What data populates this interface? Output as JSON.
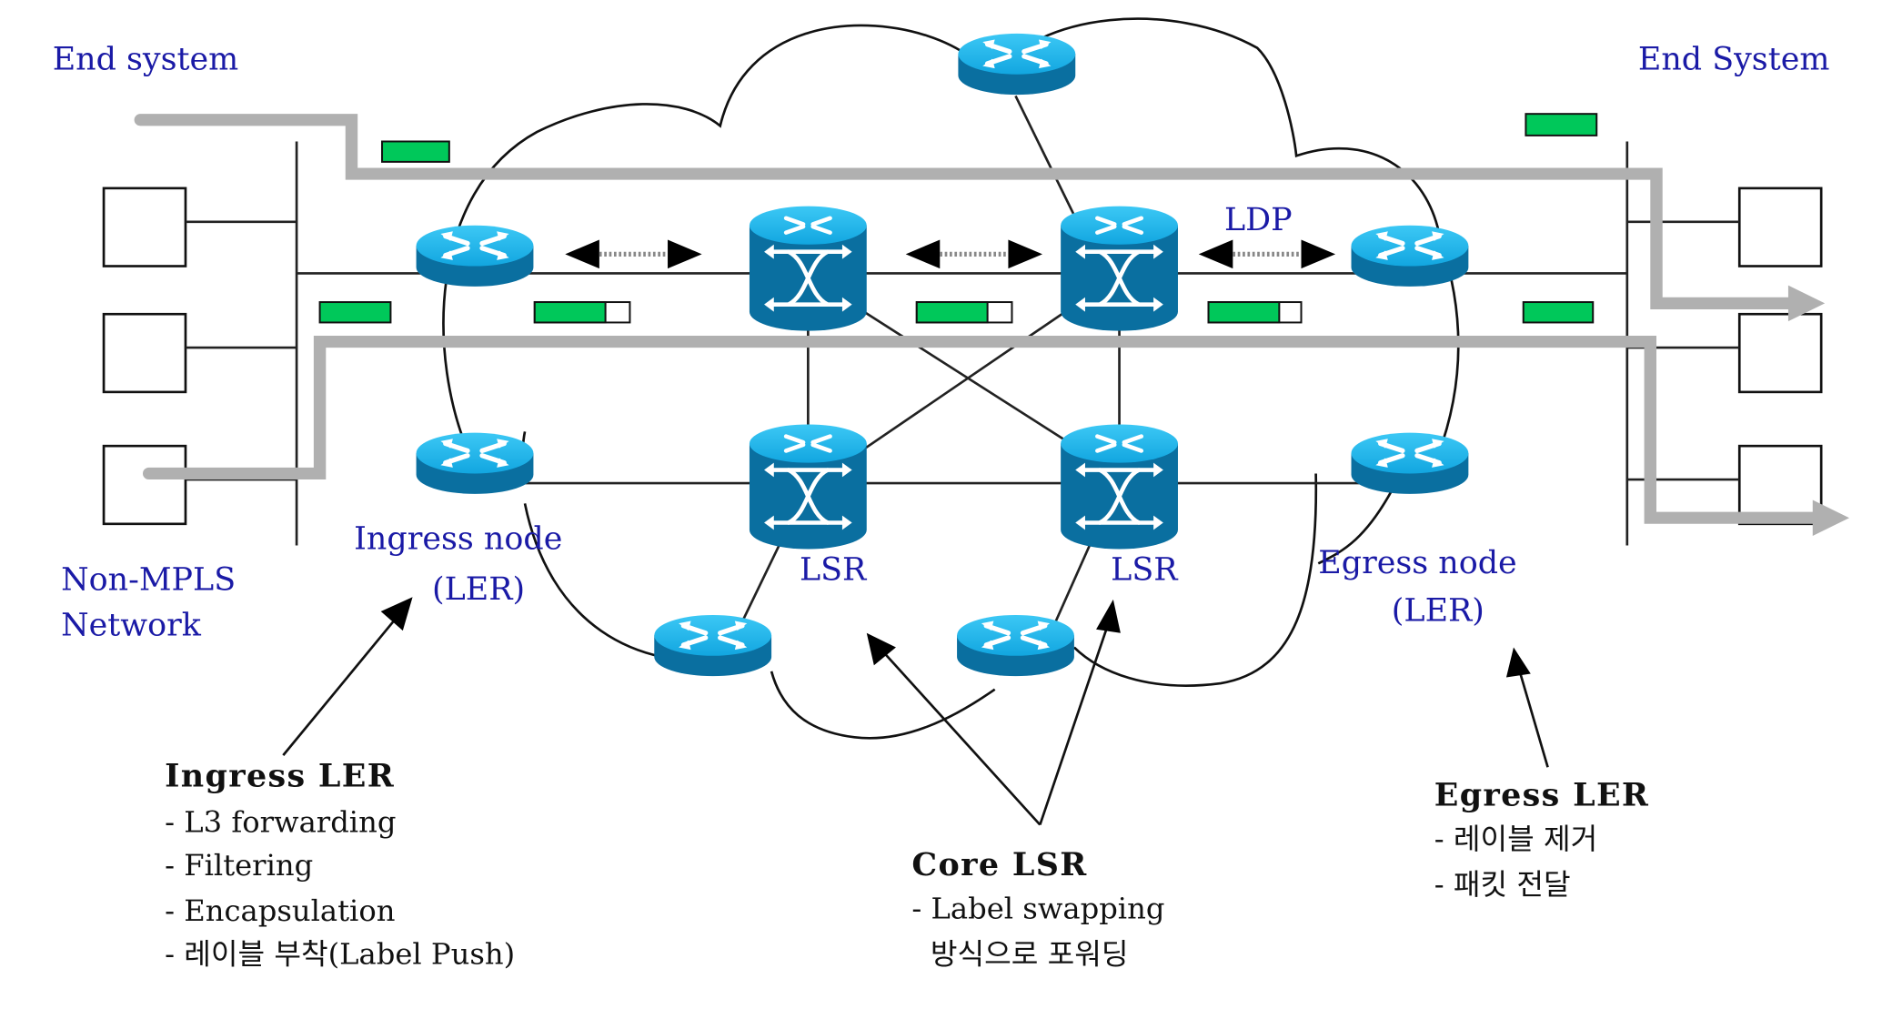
{
  "title_left": "End system",
  "title_right": "End System",
  "non_mpls": {
    "line1": "Non-MPLS",
    "line2": "Network"
  },
  "ldp_label": "LDP",
  "node_labels": {
    "ingress_line1": "Ingress node",
    "ingress_line2": "(LER)",
    "lsr1": "LSR",
    "lsr2": "LSR",
    "egress_line1": "Egress node",
    "egress_line2": "(LER)"
  },
  "ingress_ler": {
    "heading": "Ingress LER",
    "items": [
      "- L3 forwarding",
      "- Filtering",
      "- Encapsulation",
      "- 레이블 부착(Label Push)"
    ]
  },
  "core_lsr": {
    "heading": "Core LSR",
    "items": [
      "- Label swapping",
      "  방식으로 포워딩"
    ]
  },
  "egress_ler": {
    "heading": "Egress LER",
    "items": [
      "- 레이블 제거",
      "- 패킷 전달"
    ]
  },
  "colors": {
    "label_blue": "#1a1aa6",
    "router_top": "#12b0ea",
    "router_body": "#0a6fa0",
    "packet_green": "#00c85a",
    "lsp_gray": "#b0b0b0"
  },
  "icons": {
    "router": "router-icon",
    "lsr_switch": "atm-switch-icon",
    "host": "host-box-icon",
    "packet": "packet-icon",
    "labeled_packet": "labeled-packet-icon"
  }
}
